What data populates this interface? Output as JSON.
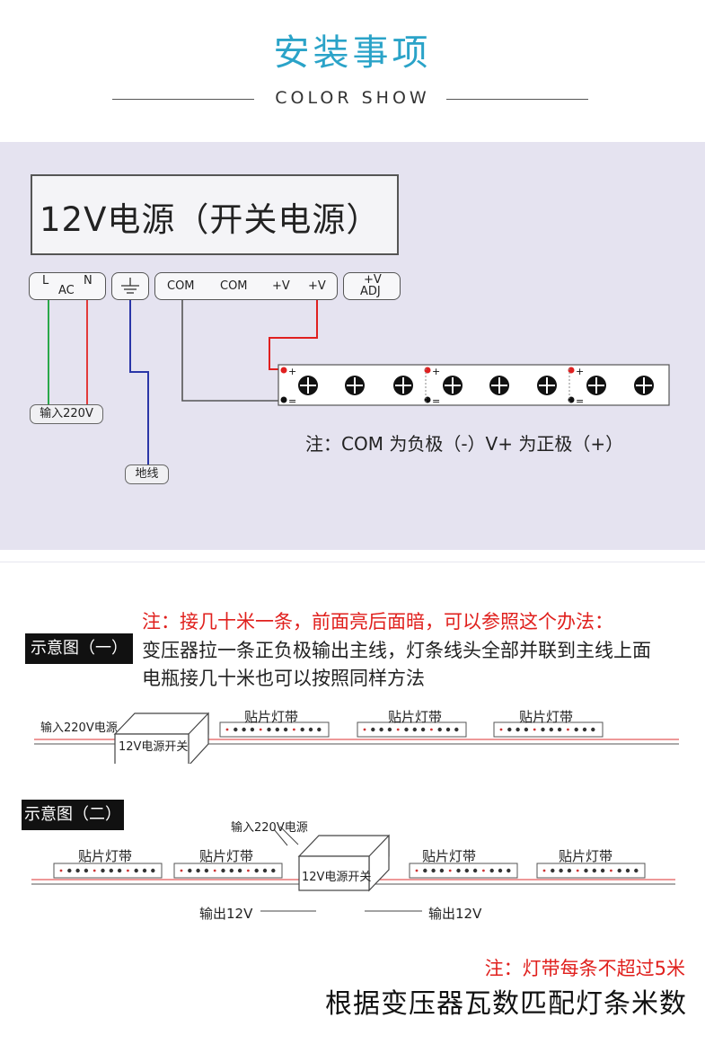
{
  "header": {
    "title": "安装事项",
    "subtitle": "COLOR SHOW"
  },
  "panel1": {
    "power_supply": "12V电源（开关电源）",
    "terminals": {
      "L": "L",
      "AC": "AC",
      "N": "N",
      "com1": "COM",
      "com2": "COM",
      "v1": "+V",
      "v2": "+V",
      "adj_v": "+V",
      "adj": "ADJ"
    },
    "input_label": "输入220V",
    "ground_label": "地线",
    "polarity_plus": "+",
    "polarity_minus": "=",
    "note": "注：COM 为负极（-）V+ 为正极（+）",
    "colors": {
      "live": "#e23a3a",
      "neutral": "#2aa84a",
      "ground": "#2a36a8",
      "com": "#555555",
      "plus_wire": "#e02020"
    }
  },
  "panel2": {
    "note_red": "注：接几十米一条，前面亮后面暗，可以参照这个办法：",
    "desc_line1": "变压器拉一条正负极输出主线，灯条线头全部并联到主线上面",
    "desc_line2": "电瓶接几十米也可以按照同样方法",
    "diagram1": {
      "tag": "示意图（一）",
      "input": "输入220V电源",
      "box": "12V电源开关",
      "strips": [
        "贴片灯带",
        "贴片灯带",
        "贴片灯带"
      ]
    },
    "diagram2": {
      "tag": "示意图（二）",
      "input": "输入220V电源",
      "box": "12V电源开关",
      "strips": [
        "贴片灯带",
        "贴片灯带",
        "贴片灯带",
        "贴片灯带"
      ],
      "out_left": "输出12V",
      "out_right": "输出12V"
    },
    "note_bottom": "注：灯带每条不超过5米",
    "final": "根据变压器瓦数匹配灯条米数"
  }
}
